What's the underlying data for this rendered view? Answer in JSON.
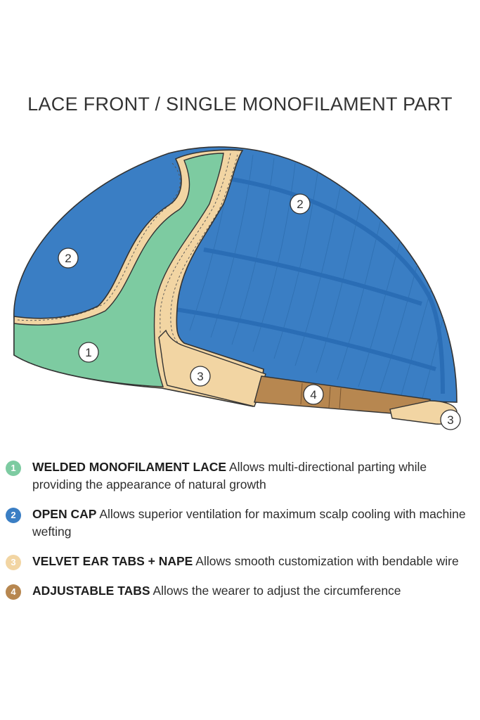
{
  "title": "LACE FRONT / SINGLE MONOFILAMENT PART",
  "colors": {
    "lace": "#7dcba1",
    "open_cap": "#3a7ec4",
    "velvet": "#f2d5a3",
    "adjustable": "#b78750",
    "outline": "#333333"
  },
  "diagram_labels": {
    "lace": "1",
    "open_cap_left": "2",
    "open_cap_right": "2",
    "ear_tab": "3",
    "nape": "3",
    "adjust_tab": "4"
  },
  "legend": [
    {
      "number": "1",
      "color": "#7dcba1",
      "term": "WELDED MONOFILAMENT LACE",
      "description": "Allows multi-directional parting while providing the appearance of natural growth"
    },
    {
      "number": "2",
      "color": "#3a7ec4",
      "term": "OPEN CAP",
      "description": "Allows superior ventilation for maximum scalp cooling with machine wefting"
    },
    {
      "number": "3",
      "color": "#f2d5a3",
      "term": "VELVET EAR TABS + NAPE",
      "description": "Allows smooth customization with bendable wire"
    },
    {
      "number": "4",
      "color": "#b78750",
      "term": "ADJUSTABLE TABS",
      "description": "Allows the wearer to adjust the circumference"
    }
  ]
}
